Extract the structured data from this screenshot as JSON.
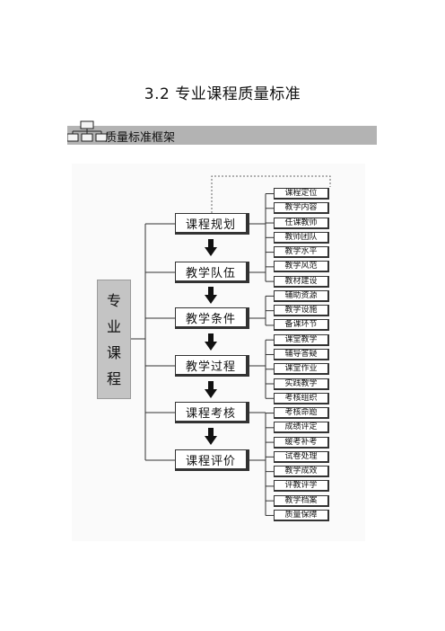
{
  "page": {
    "title": "3.2 专业课程质量标准"
  },
  "section": {
    "banner_label": "质量标准框架",
    "banner_icon": "org-chart-icon",
    "banner_color": "#b3b3b3"
  },
  "diagram": {
    "root_label": "专业课程",
    "root_chars": [
      "专",
      "业",
      "课",
      "程"
    ],
    "root_color": "#c4c4c4",
    "stages": [
      "课程规划",
      "教学队伍",
      "教学条件",
      "教学过程",
      "课程考核",
      "课程评价"
    ],
    "items": [
      "课程定位",
      "教学内容",
      "任课教师",
      "教师团队",
      "教学水平",
      "教学风范",
      "教材建设",
      "辅助资源",
      "教学设施",
      "备课环节",
      "课堂教学",
      "辅导答疑",
      "课堂作业",
      "实践教学",
      "考核组织",
      "考核命题",
      "成绩评定",
      "缓考补考",
      "试卷处理",
      "教学成效",
      "评教评学",
      "教学档案",
      "质量保障"
    ],
    "stage_item_counts": [
      2,
      5,
      3,
      5,
      5,
      3
    ]
  }
}
